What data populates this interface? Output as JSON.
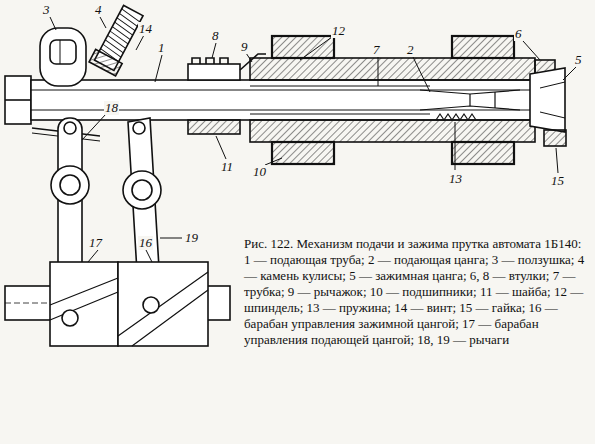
{
  "diagram": {
    "title": "Рис. 122. Механизм подачи и зажима прутка автомата 1Б140:",
    "caption": "1 — подающая труба; 2 — подающая цанга; 3 — ползушка; 4 — камень кулисы; 5 — зажимная цанга; 6, 8 — втулки; 7 — трубка; 9 — рычажок; 10 — подшипники; 11 — шайба; 12 — шпиндель; 13 — пружина; 14 — винт; 15 — гайка; 16 — барабан управления зажимной цангой; 17 — барабан управления подающей цангой; 18, 19 — рычаги",
    "labels": [
      "3",
      "4",
      "14",
      "1",
      "8",
      "9",
      "12",
      "7",
      "2",
      "6",
      "5",
      "10",
      "11",
      "13",
      "15",
      "18",
      "17",
      "16",
      "19"
    ]
  }
}
